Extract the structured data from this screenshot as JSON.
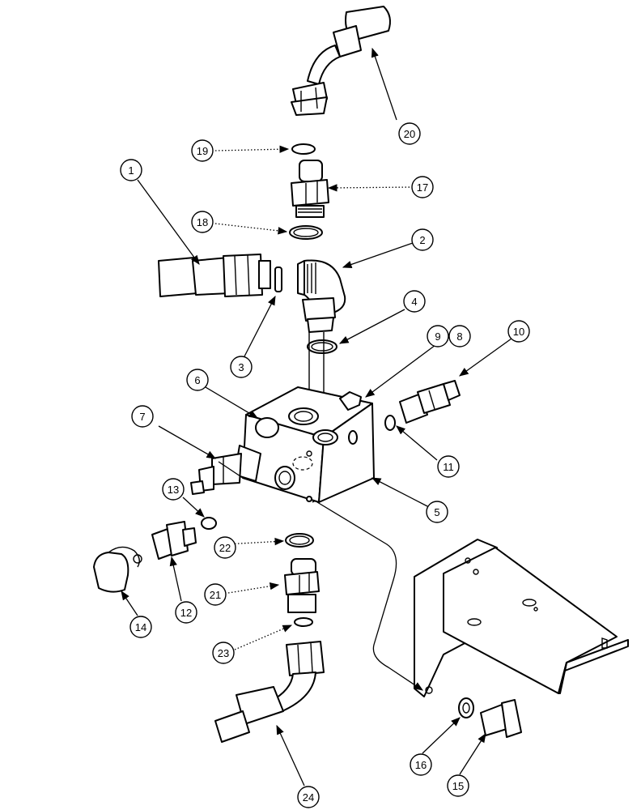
{
  "callouts": [
    {
      "label": "1"
    },
    {
      "label": "2"
    },
    {
      "label": "3"
    },
    {
      "label": "4"
    },
    {
      "label": "5"
    },
    {
      "label": "6"
    },
    {
      "label": "7"
    },
    {
      "label": "8"
    },
    {
      "label": "9"
    },
    {
      "label": "10"
    },
    {
      "label": "11"
    },
    {
      "label": "12"
    },
    {
      "label": "13"
    },
    {
      "label": "14"
    },
    {
      "label": "15"
    },
    {
      "label": "16"
    },
    {
      "label": "17"
    },
    {
      "label": "18"
    },
    {
      "label": "19"
    },
    {
      "label": "20"
    },
    {
      "label": "21"
    },
    {
      "label": "22"
    },
    {
      "label": "23"
    },
    {
      "label": "24"
    }
  ]
}
